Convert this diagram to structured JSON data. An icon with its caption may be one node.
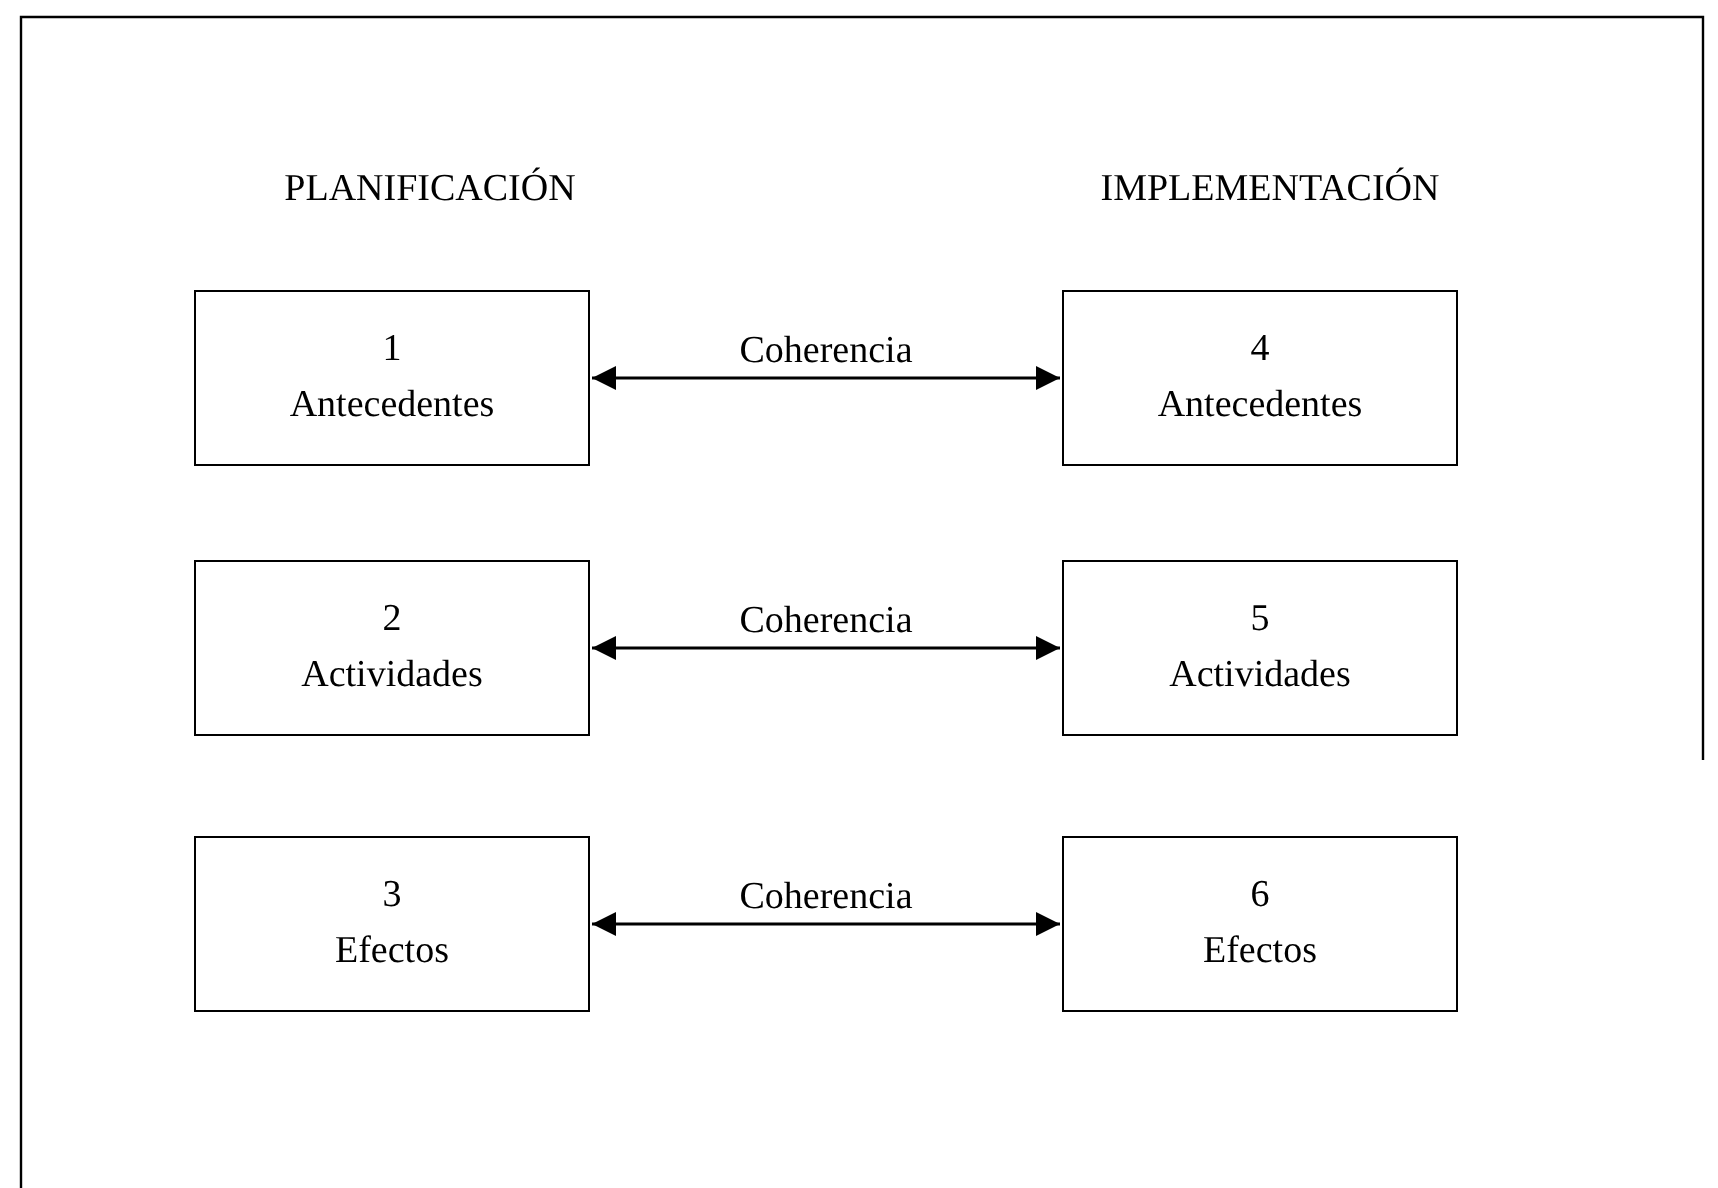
{
  "diagram": {
    "nodes": [
      {
        "text": [
          "1",
          "Antecedentes"
        ]
      },
      {
        "text": [
          "4",
          "Antecedentes"
        ]
      },
      {
        "text": [
          "2",
          "Actividades"
        ]
      },
      {
        "text": [
          "5",
          "Actividades"
        ]
      },
      {
        "text": [
          "3",
          "Efectos"
        ]
      },
      {
        "text": [
          "6",
          "Efectos"
        ]
      }
    ],
    "edges": [
      {
        "from": 0,
        "to": 1,
        "arrow": "both",
        "label": "Coherencia"
      },
      {
        "from": 2,
        "to": 3,
        "arrow": "both",
        "label": "Coherencia"
      },
      {
        "from": 4,
        "to": 5,
        "arrow": "both",
        "label": "Coherencia"
      }
    ],
    "labels": [
      "PLANIFICACIÓN",
      "IMPLEMENTACIÓN"
    ]
  }
}
